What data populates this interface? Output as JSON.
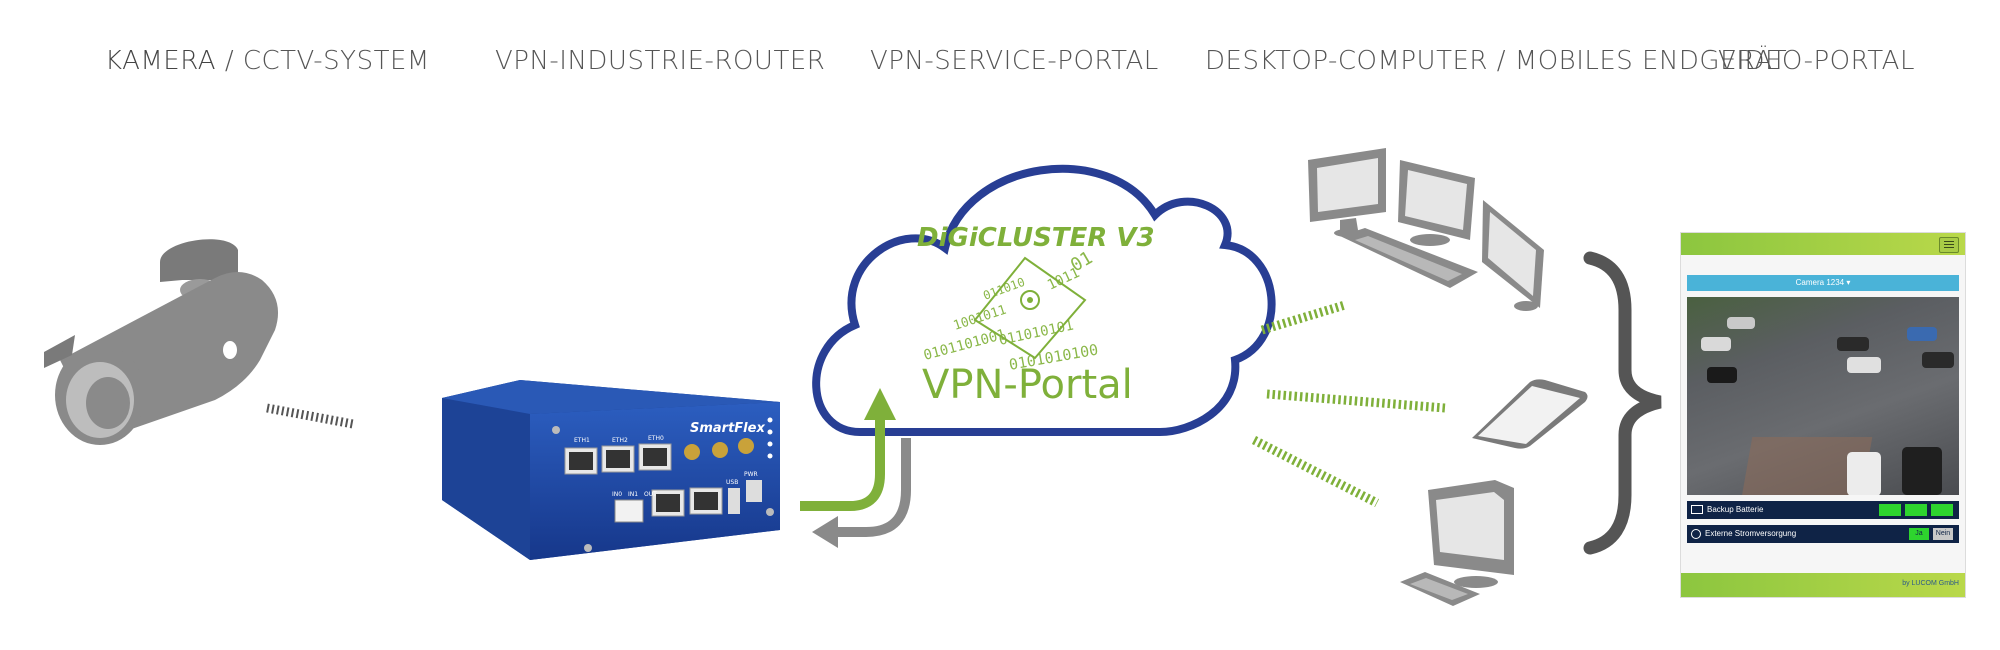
{
  "labels": {
    "camera_main": "KAMERA",
    "camera_sep": "/",
    "camera_sub": "CCTV-SYSTEM",
    "router": "VPN-INDUSTRIE-ROUTER",
    "portal": "VPN-SERVICE-PORTAL",
    "devices_a": "DESKTOP-COMPUTER",
    "devices_sep": "/",
    "devices_b": "MOBILES ENDGERÄT",
    "video": "VIDEO-PORTAL"
  },
  "router": {
    "brand": "SmartFlex",
    "port_labels": [
      "ETH2",
      "ETH1",
      "ETH0",
      "USB",
      "PWR",
      "IN0",
      "IN1",
      "OUT"
    ]
  },
  "cloud": {
    "title": "DiGiCLUSTER V3",
    "subtitle": "VPN-Portal",
    "binary_lines": [
      "011010",
      "1001011",
      "0101101001",
      "011010101",
      "0101010100",
      "1011",
      "01"
    ]
  },
  "phone": {
    "camera_select": "Camera 1234 ▾",
    "rows": [
      {
        "label": "Backup Batterie",
        "icon": "battery-icon",
        "states": [
          "",
          "",
          ""
        ]
      },
      {
        "label": "Externe Stromversorgung",
        "icon": "power-icon",
        "states": [
          "Ja",
          "Nein"
        ]
      }
    ],
    "footer": "by LUCOM GmbH"
  },
  "colors": {
    "green": "#7fb03a",
    "lime": "#9cc93a",
    "blue": "#283e94",
    "grey": "#7c7c7c",
    "router_blue": "#1f4aa8",
    "phone_cyan": "#4ab3d8",
    "phone_navy": "#0f2346"
  }
}
